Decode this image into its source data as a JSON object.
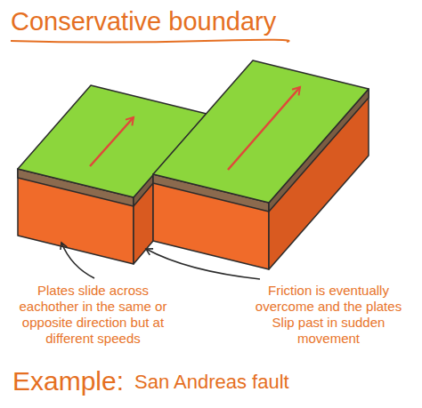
{
  "diagram": {
    "title": "Conservative boundary",
    "labels": [
      "Plates slide across eachother in the same or opposite direction but at different speeds",
      "Friction is eventually overcome and the plates Slip past in sudden movement",
      "Example:",
      "San Andreas fault"
    ]
  }
}
